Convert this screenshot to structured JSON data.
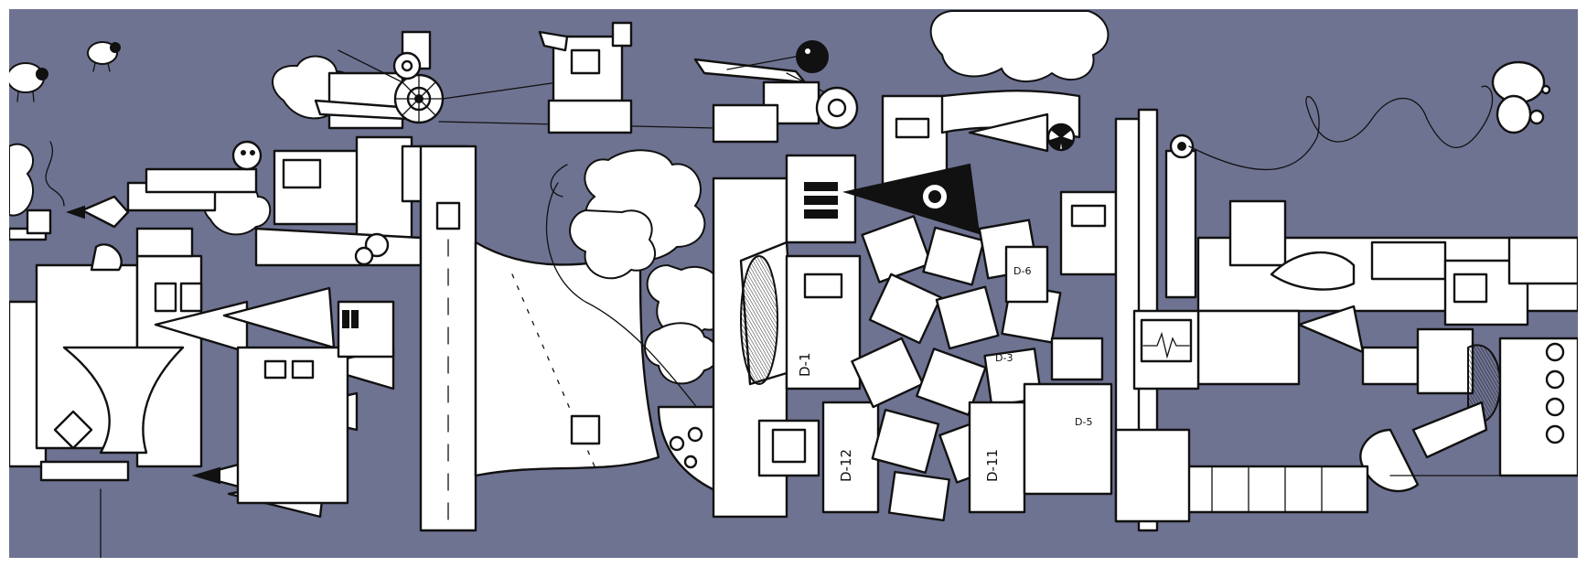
{
  "image": {
    "palette": {
      "sky": "#6f7392",
      "ink": "#111111",
      "paper": "#ffffff",
      "frame": "#ffffff"
    },
    "labels": {
      "d1": "D-1",
      "d6": "D-6",
      "d12": "D-12",
      "d11": "D-11",
      "d5": "D-5",
      "d3": "D-3"
    },
    "icons": [
      "sheep-icon",
      "radiation-icon",
      "anchor-ball-icon",
      "cloud-icon",
      "rocket-icon",
      "heartbeat-monitor-icon",
      "gear-icon"
    ]
  }
}
